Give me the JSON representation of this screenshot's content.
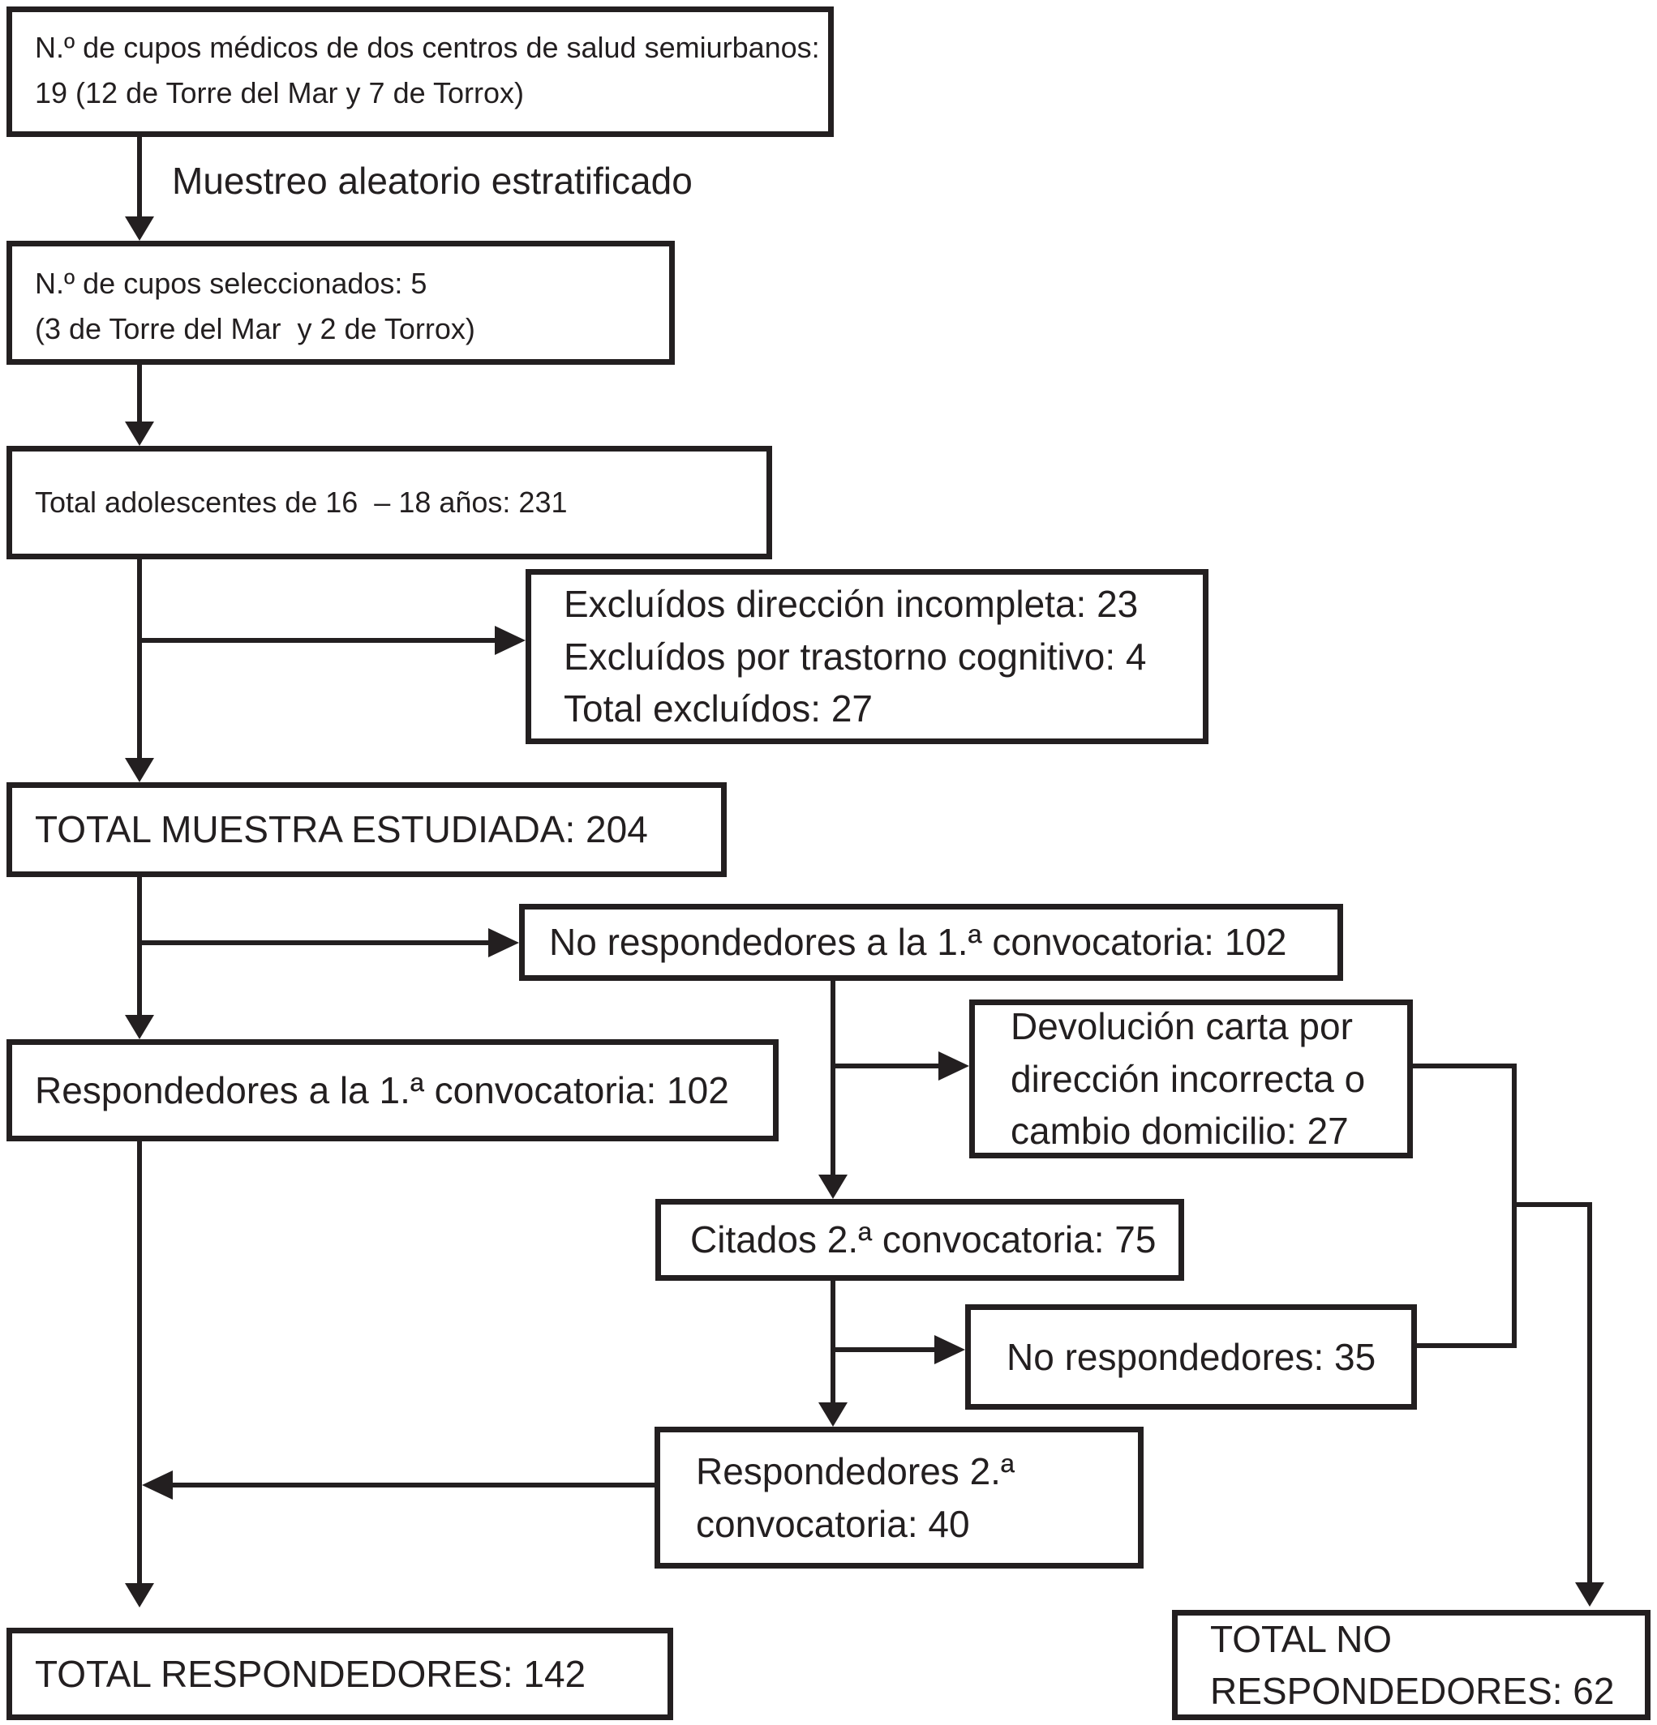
{
  "figure": {
    "type": "flow-diagram",
    "ink_color": "#231f20",
    "background": "#ffffff",
    "arrow_label": "Muestreo aleatorio estratificado",
    "boxes": {
      "cupos_medicos": {
        "lines": [
          "N.º de cupos médicos de dos centros de salud semiurbanos:",
          "19 (12 de Torre del Mar y 7 de Torrox)"
        ]
      },
      "cupos_seleccionados": {
        "lines": [
          "N.º de cupos seleccionados: 5",
          "(3 de Torre del Mar  y 2 de Torrox)"
        ]
      },
      "total_adolescentes": {
        "lines": [
          "Total adolescentes de 16  – 18 años: 231"
        ]
      },
      "excluidos": {
        "lines": [
          "Excluídos dirección incompleta: 23",
          "Excluídos por trastorno cognitivo: 4",
          "Total excluídos: 27"
        ]
      },
      "total_muestra": {
        "lines": [
          "TOTAL MUESTRA ESTUDIADA: 204"
        ]
      },
      "no_respondedores_1": {
        "lines": [
          "No respondedores a la 1.ª convocatoria: 102"
        ]
      },
      "respondedores_1": {
        "lines": [
          "Respondedores a la 1.ª convocatoria: 102"
        ]
      },
      "devolucion_carta": {
        "lines": [
          "Devolución carta por",
          "dirección incorrecta o",
          "cambio domicilio: 27"
        ]
      },
      "citados_2": {
        "lines": [
          "Citados 2.ª convocatoria: 75"
        ]
      },
      "no_respondedores_2": {
        "lines": [
          "No respondedores: 35"
        ]
      },
      "respondedores_2": {
        "lines": [
          "Respondedores 2.ª",
          "convocatoria: 40"
        ]
      },
      "total_respondedores": {
        "lines": [
          "TOTAL RESPONDEDORES: 142"
        ]
      },
      "total_no_respondedores": {
        "lines": [
          "TOTAL NO",
          "RESPONDEDORES: 62"
        ]
      }
    }
  }
}
